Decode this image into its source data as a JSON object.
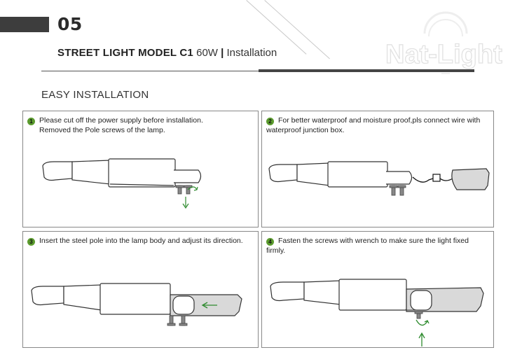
{
  "header": {
    "page_number": "05",
    "model": "STREET LIGHT MODEL C1",
    "wattage": "60W",
    "separator": "|",
    "section": "Installation",
    "logo_text": "Nat-Light"
  },
  "section_title": "EASY INSTALLATION",
  "accent_color": "#5b9b2e",
  "steps": [
    {
      "number": "1",
      "text": "Please cut off the power supply before installation.",
      "text2": "Removed the Pole screws of the lamp."
    },
    {
      "number": "2",
      "text": "For better waterproof and moisture proof,pls connect wire with",
      "text2": "waterproof junction box."
    },
    {
      "number": "3",
      "text": "Insert the steel pole into the lamp body and adjust its direction."
    },
    {
      "number": "4",
      "text": "Fasten the screws with wrench to make sure the light fixed firmly."
    }
  ]
}
